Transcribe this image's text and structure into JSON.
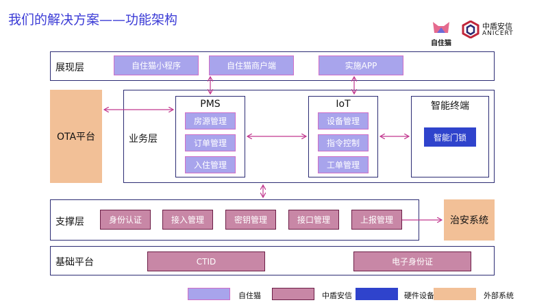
{
  "title": "我们的解决方案——功能架构",
  "logos": {
    "zizhumao": "自住猫",
    "zhongdun_cn": "中盾安信",
    "zhongdun_en": "ANICERT"
  },
  "presentation": {
    "label": "展现层",
    "items": [
      "自住猫小程序",
      "自住猫商户端",
      "实施APP"
    ]
  },
  "ota": {
    "label": "OTA平台"
  },
  "business": {
    "label": "业务层",
    "pms": {
      "title": "PMS",
      "items": [
        "房源管理",
        "订单管理",
        "入住管理"
      ]
    },
    "iot": {
      "title": "IoT",
      "items": [
        "设备管理",
        "指令控制",
        "工单管理"
      ]
    },
    "terminal": {
      "title": "智能终端",
      "items": [
        "智能门锁"
      ]
    }
  },
  "support": {
    "label": "支撑层",
    "items": [
      "身份认证",
      "接入管理",
      "密钥管理",
      "接口管理",
      "上报管理"
    ]
  },
  "police": {
    "label": "治安系统"
  },
  "base": {
    "label": "基础平台",
    "items": [
      "CTID",
      "电子身份证"
    ]
  },
  "legend": [
    "自住猫",
    "中盾安信",
    "硬件设备",
    "外部系统"
  ],
  "colors": {
    "zizhumao": "#a8a4ec",
    "zhongdun": "#c887a6",
    "hardware": "#2f43cc",
    "external": "#f2c097",
    "connector": "#c0368e"
  }
}
